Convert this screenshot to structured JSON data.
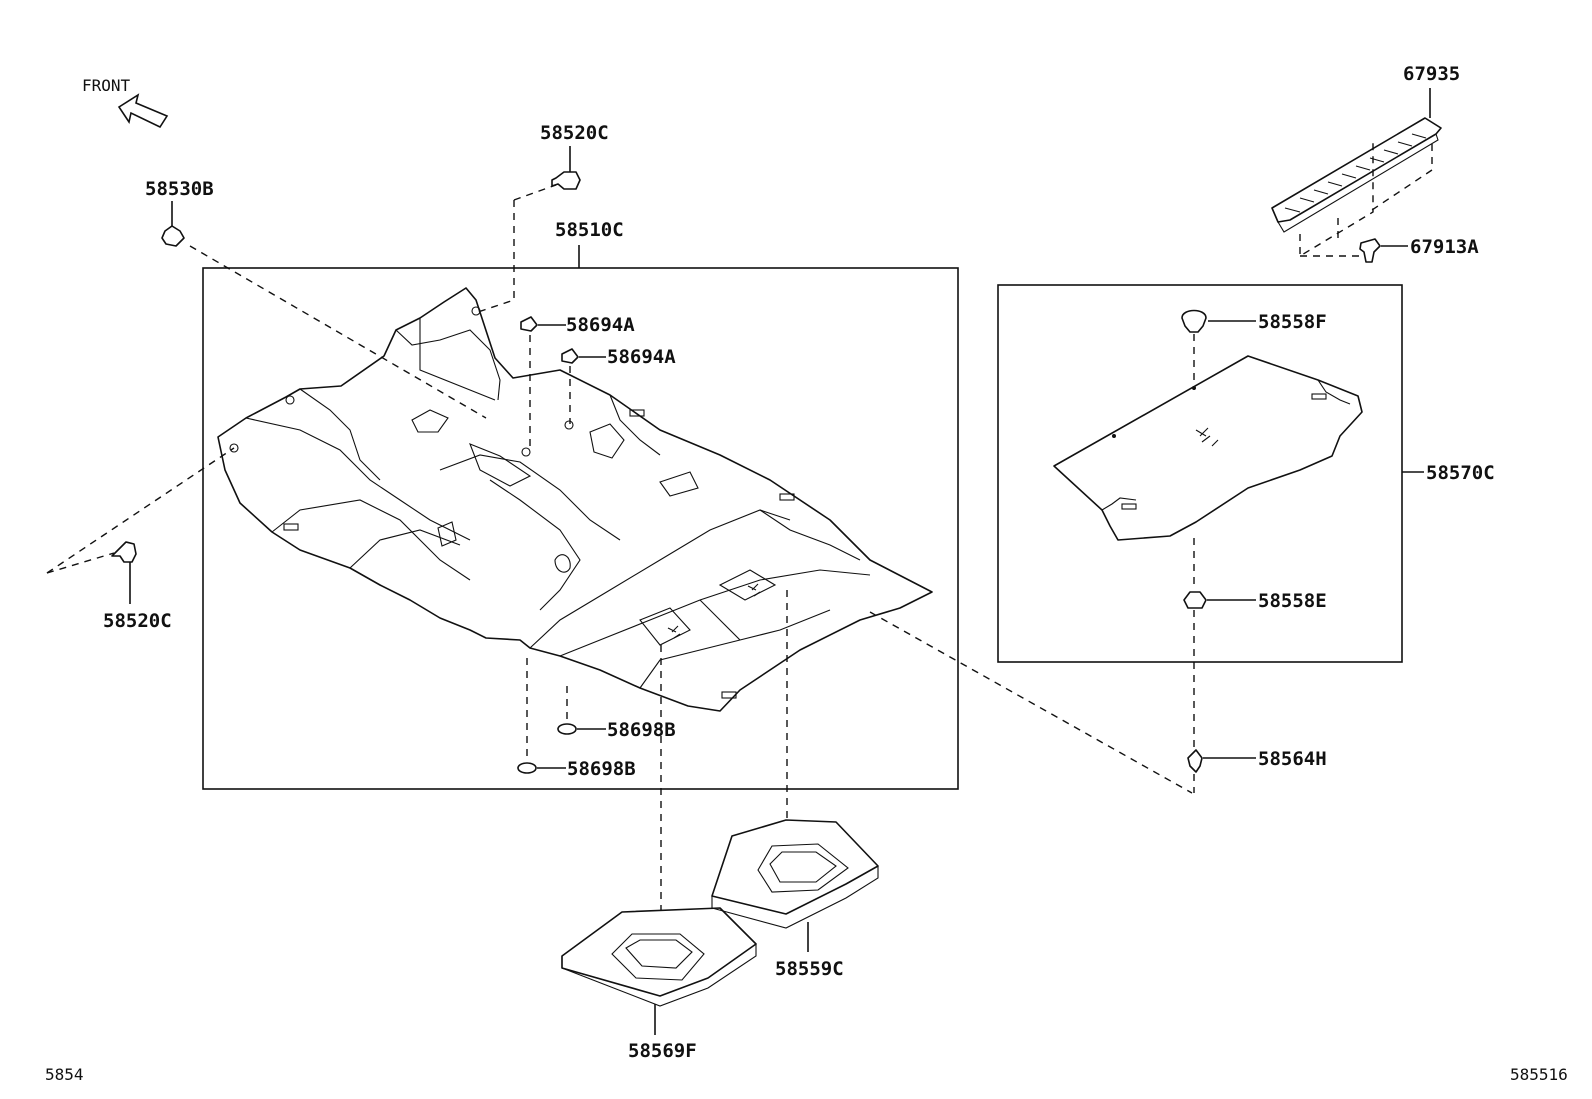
{
  "orientation": {
    "front_label": "FRONT"
  },
  "part_labels": [
    {
      "id": "p58520c_top",
      "text": "58520C"
    },
    {
      "id": "p58530b",
      "text": "58530B"
    },
    {
      "id": "p58510c",
      "text": "58510C"
    },
    {
      "id": "p58694a_1",
      "text": "58694A"
    },
    {
      "id": "p58694a_2",
      "text": "58694A"
    },
    {
      "id": "p58520c_left",
      "text": "58520C"
    },
    {
      "id": "p58698b_1",
      "text": "58698B"
    },
    {
      "id": "p58698b_2",
      "text": "58698B"
    },
    {
      "id": "p58559c",
      "text": "58559C"
    },
    {
      "id": "p58569f",
      "text": "58569F"
    },
    {
      "id": "p67935",
      "text": "67935"
    },
    {
      "id": "p67913a",
      "text": "67913A"
    },
    {
      "id": "p58558f",
      "text": "58558F"
    },
    {
      "id": "p58570c",
      "text": "58570C"
    },
    {
      "id": "p58558e",
      "text": "58558E"
    },
    {
      "id": "p58564h",
      "text": "58564H"
    }
  ],
  "footer": {
    "left_code": "5854",
    "right_code": "585516"
  }
}
